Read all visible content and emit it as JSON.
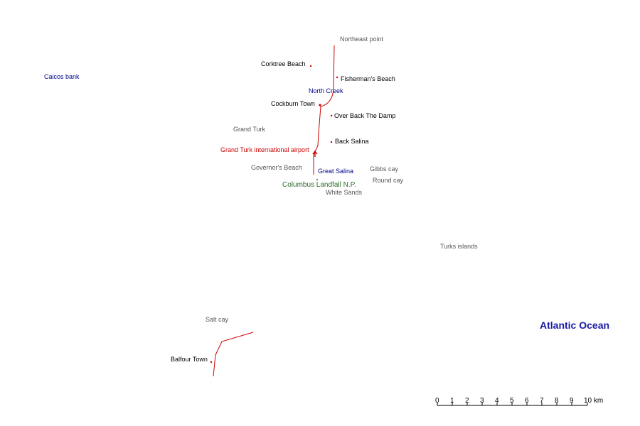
{
  "map": {
    "regions": {
      "northeast_point": "Northeast point",
      "caicos_bank": "Caicos bank",
      "grand_turk": "Grand Turk",
      "governors_beach": "Governor's Beach",
      "gibbs_cay": "Gibbs cay",
      "round_cay": "Round cay",
      "white_sands": "White Sands",
      "turks_islands": "Turks islands",
      "salt_cay": "Salt cay"
    },
    "places": {
      "corktree_beach": "Corktree Beach",
      "fishermans_beach": "Fisherman's Beach",
      "cockburn_town": "Cockburn Town",
      "over_back_the_damp": "Over Back The Damp",
      "back_salina": "Back Salina",
      "balfour_town": "Balfour Town"
    },
    "water": {
      "north_creek": "North Creek",
      "great_salina": "Great Salina",
      "atlantic_ocean": "Atlantic Ocean"
    },
    "airport": "Grand Turk international airport",
    "park": "Columbus Landfall N.P.",
    "colors": {
      "road": "#cc0000",
      "water_label": "#00008b",
      "park": "#2e6b2e",
      "ocean": "#1a1aa6"
    },
    "scale_bar": {
      "ticks": [
        "0",
        "1",
        "2",
        "3",
        "4",
        "5",
        "6",
        "7",
        "8",
        "9",
        "10 km"
      ]
    }
  }
}
